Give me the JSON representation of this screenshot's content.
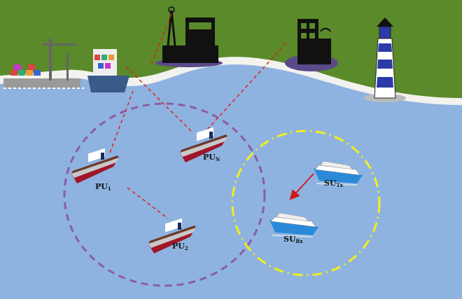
{
  "labels": {
    "pu1": {
      "main": "PU",
      "sub": "1"
    },
    "pu2": {
      "main": "PU",
      "sub": "2"
    },
    "pun": {
      "main": "PU",
      "sub": "N"
    },
    "sutx": {
      "main": "SU",
      "sub": "Tx"
    },
    "surx": {
      "main": "SU",
      "sub": "Rx"
    }
  },
  "colors": {
    "water": "#8fb3e0",
    "land": "#5a8a2a",
    "beach": "#f2f2ee",
    "primary_area": "#8a5ca8",
    "secondary_area": "#f2ef1a",
    "link": "#e02020",
    "arrow": "#d01818"
  }
}
